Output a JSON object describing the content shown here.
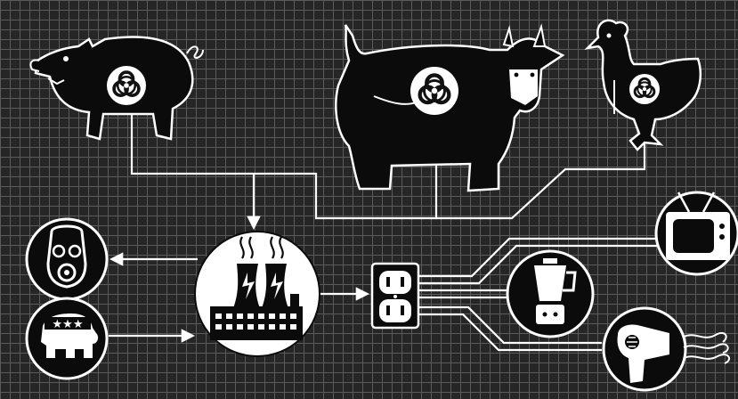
{
  "colors": {
    "background": "#262626",
    "grid": "#5a5a5a",
    "silhouette": "#0b0b0b",
    "line": "#ffffff",
    "badge": "#ffffff"
  },
  "icons": {
    "pig": "pig-icon",
    "cow": "cow-icon",
    "chicken": "chicken-icon",
    "biohazard": "biohazard-icon",
    "power_plant": "power-plant-icon",
    "gas_mask": "gas-mask-icon",
    "republican_elephant": "republican-elephant-icon",
    "outlet": "electrical-outlet-icon",
    "television": "television-icon",
    "blender": "blender-icon",
    "hair_dryer": "hair-dryer-icon"
  },
  "chart_data": {
    "type": "diagram",
    "nodes": [
      "pig",
      "cow",
      "chicken",
      "power_plant",
      "gas_mask",
      "republican_elephant",
      "outlet",
      "television",
      "blender",
      "hair_dryer"
    ],
    "edges": [
      [
        "pig",
        "power_plant"
      ],
      [
        "cow",
        "power_plant"
      ],
      [
        "chicken",
        "power_plant"
      ],
      [
        "power_plant",
        "gas_mask"
      ],
      [
        "republican_elephant",
        "power_plant"
      ],
      [
        "power_plant",
        "outlet"
      ],
      [
        "outlet",
        "television"
      ],
      [
        "outlet",
        "blender"
      ],
      [
        "outlet",
        "hair_dryer"
      ]
    ]
  }
}
